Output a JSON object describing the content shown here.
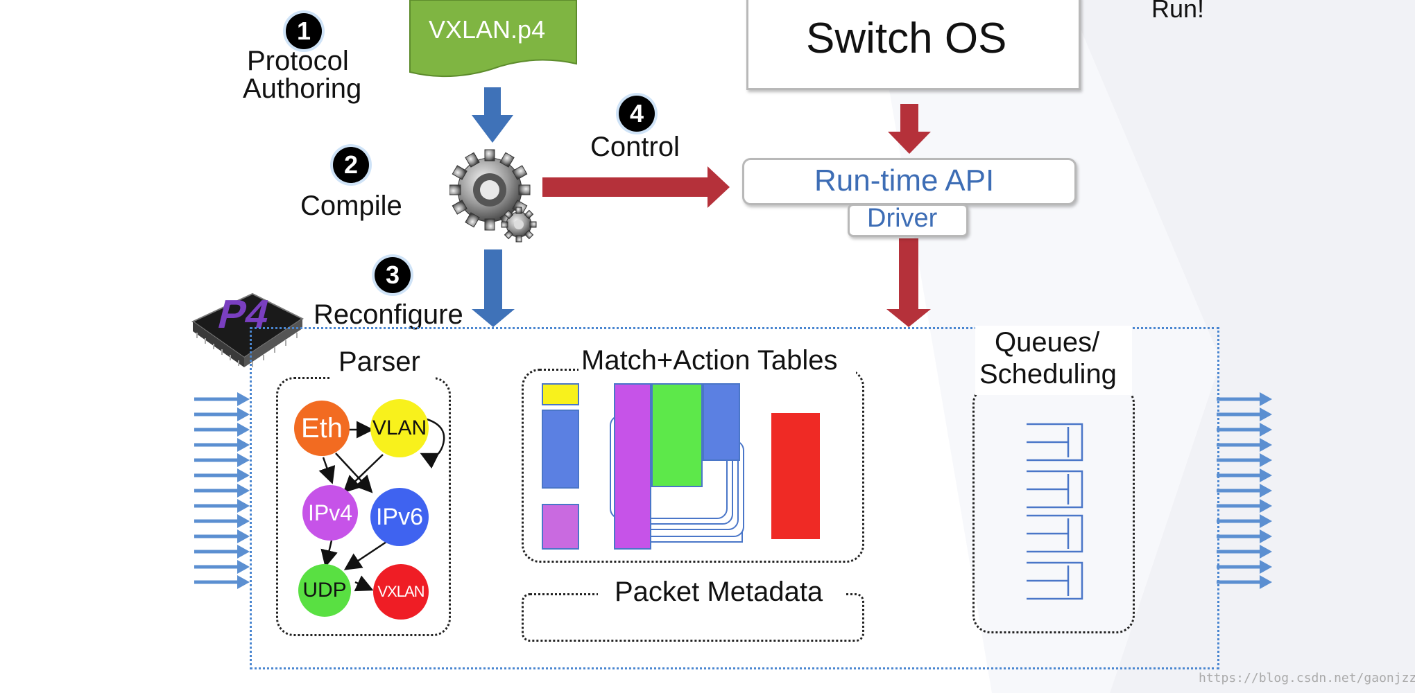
{
  "steps": [
    {
      "number": "1",
      "label_line1": "Protocol",
      "label_line2": "Authoring"
    },
    {
      "number": "2",
      "label": "Compile"
    },
    {
      "number": "3",
      "label": "Reconfigure"
    },
    {
      "number": "4",
      "label": "Control"
    }
  ],
  "program_file": "VXLAN.p4",
  "switch_os": "Switch OS",
  "runtime_api": "Run-time API",
  "driver": "Driver",
  "run_label": "Run!",
  "chip_logo_text": "P4",
  "parser": {
    "title": "Parser",
    "nodes": [
      "Eth",
      "VLAN",
      "IPv4",
      "IPv6",
      "UDP",
      "VXLAN"
    ]
  },
  "match_action": {
    "title": "Match+Action Tables"
  },
  "packet_metadata": "Packet Metadata",
  "queues": {
    "title_line1": "Queues/",
    "title_line2": "Scheduling"
  },
  "watermark": "https://blog.csdn.net/gaonjzzz",
  "colors": {
    "green_file": "#7fb542",
    "blue_arrow": "#3f72b8",
    "red_arrow": "#b5313a",
    "api_text": "#3d6db5",
    "eth": "#f26b21",
    "vlan": "#f8f11c",
    "ipv4": "#c653e8",
    "ipv6": "#3f63f0",
    "udp": "#59e042",
    "vxlan": "#ef1d25"
  }
}
